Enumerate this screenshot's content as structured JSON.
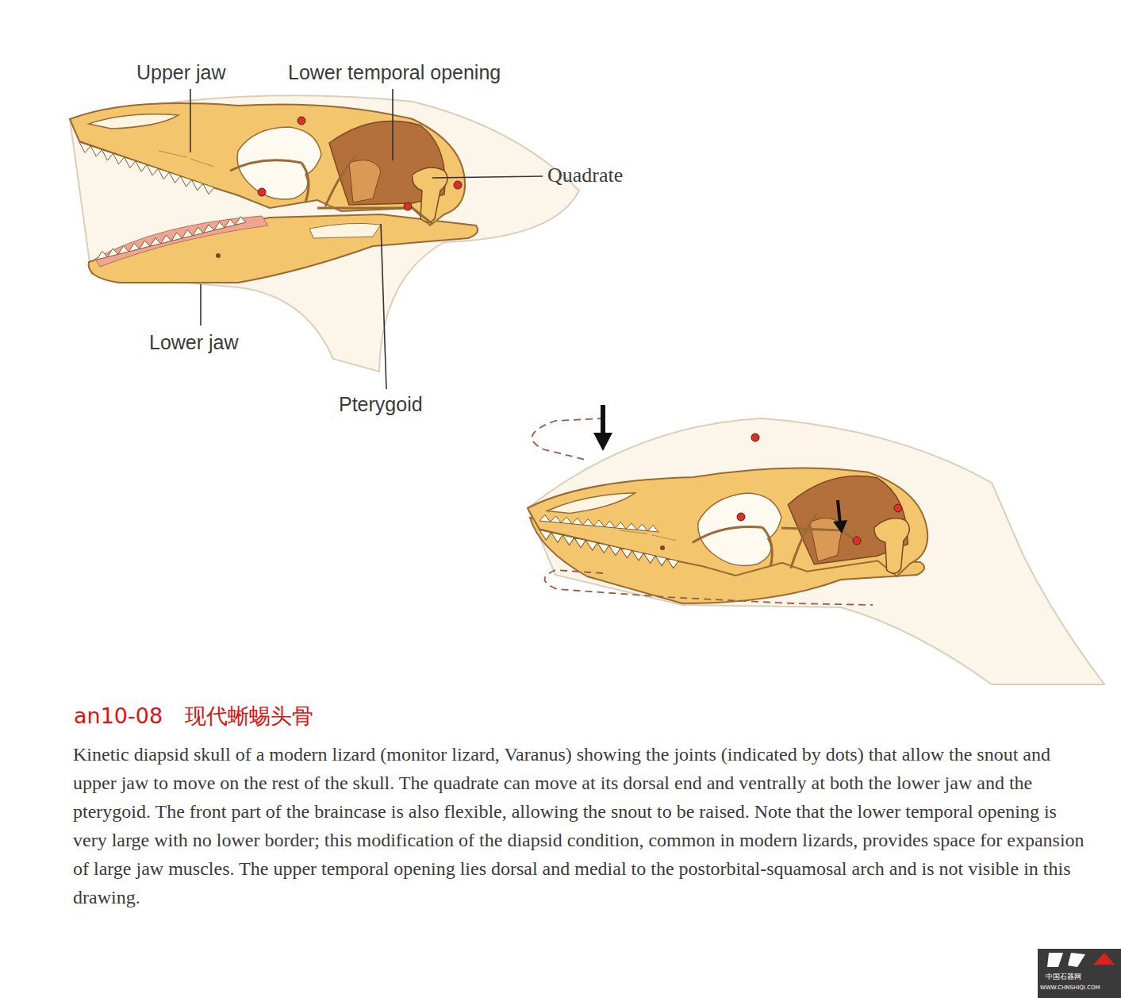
{
  "diagram": {
    "title": "an10-08 现代蜥蜴头骨",
    "caption": "Kinetic diapsid skull of a modern lizard (monitor lizard, Varanus) showing the joints (indicated by dots) that allow the snout and upper jaw to move on the rest of the skull. The quadrate can move at its dorsal end and ventrally at both the lower jaw and the pterygoid. The front part of the braincase is also flexible, allowing the snout to be raised. Note that the lower temporal opening is very large with no lower border; this modification of the diapsid condition, common in modern lizards, provides space for expansion of large jaw muscles. The upper temporal opening lies dorsal and medial to the postorbital-squamosal arch and is not visible in this drawing.",
    "labels": [
      "Upper jaw",
      "Lower temporal opening",
      "Quadrate",
      "Lower jaw",
      "Pterygoid",
      "中国石器网",
      "WWW.CHNSHIQI.COM"
    ]
  }
}
